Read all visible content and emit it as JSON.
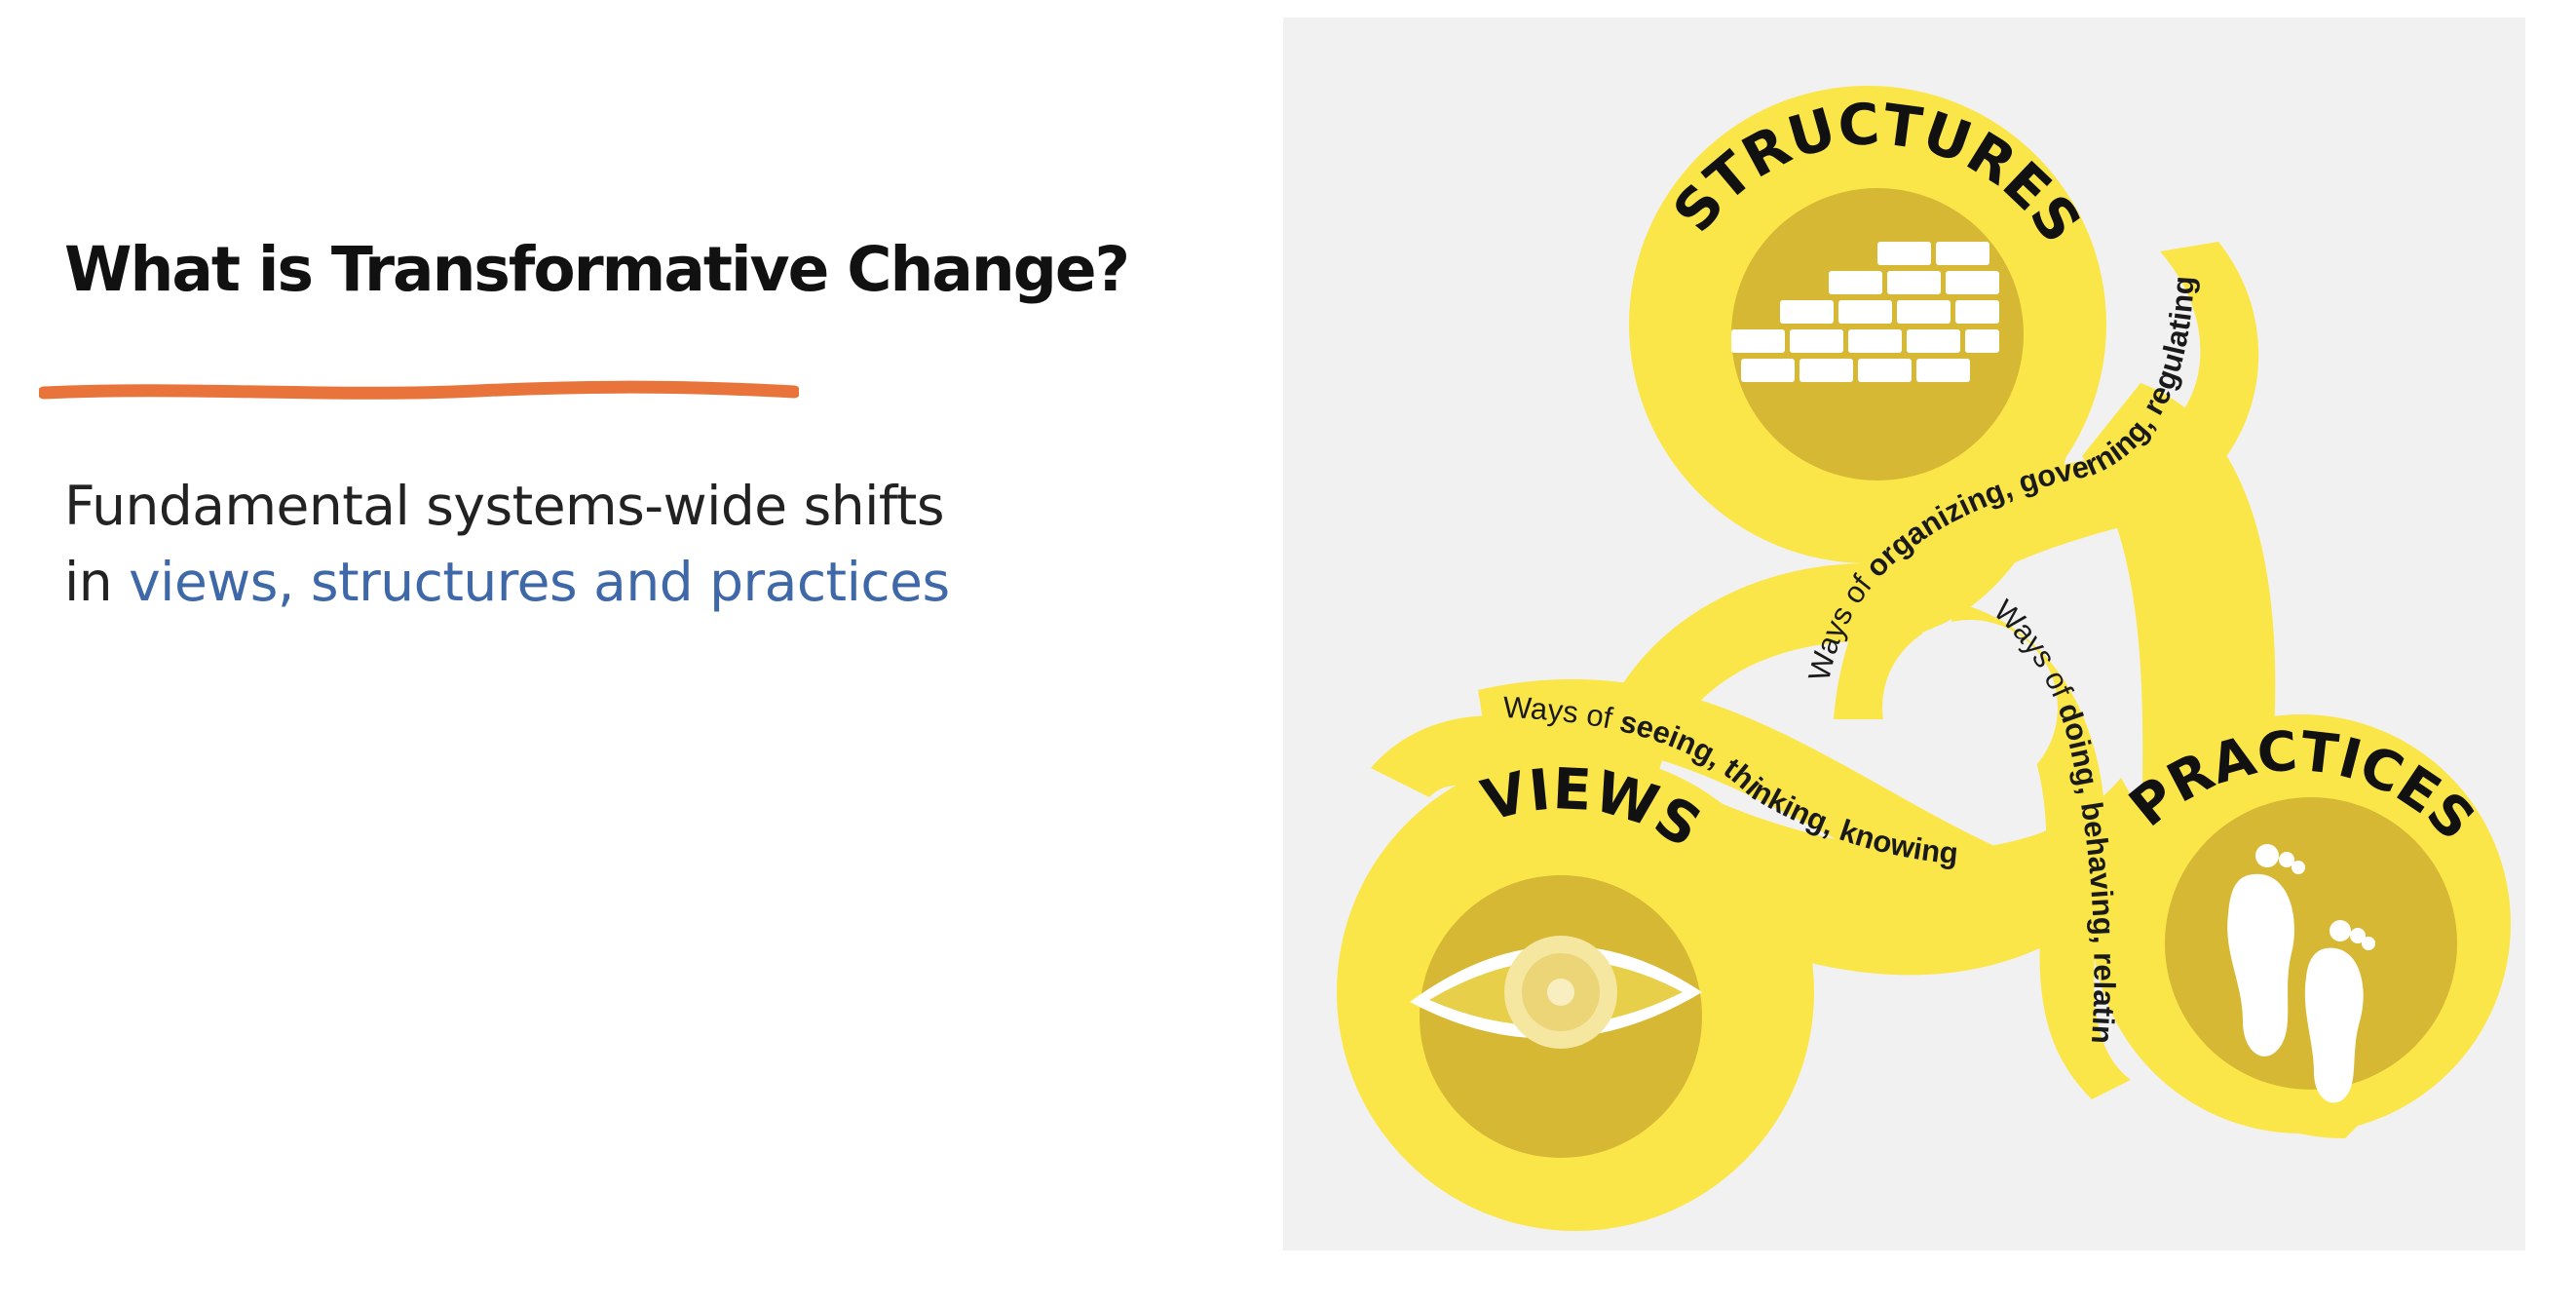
{
  "slide": {
    "title": "What is Transformative Change?",
    "subtitle_line1": "Fundamental systems-wide shifts",
    "subtitle_line2_prefix": "in ",
    "subtitle_line2_highlight": "views, structures and practices"
  },
  "diagram": {
    "structures": {
      "label": "STRUCTURES",
      "ribbon_prefix": "Ways of ",
      "ribbon_emphasis": "organizing, governing, regulating",
      "icon": "brick-wall-icon"
    },
    "views": {
      "label": "VIEWS",
      "ribbon_prefix": "Ways of ",
      "ribbon_emphasis": "seeing, thinking, knowing",
      "icon": "eye-icon"
    },
    "practices": {
      "label": "PRACTICES",
      "ribbon_prefix": "Ways of ",
      "ribbon_emphasis": "doing, behaving, relating",
      "icon": "footprints-icon"
    }
  },
  "colors": {
    "accent_underline": "#e8743b",
    "highlight_text": "#3f68a8",
    "ribbon_yellow": "#fbe64a",
    "circle_gold": "#d6b834",
    "panel_background": "#f1f1f2"
  }
}
